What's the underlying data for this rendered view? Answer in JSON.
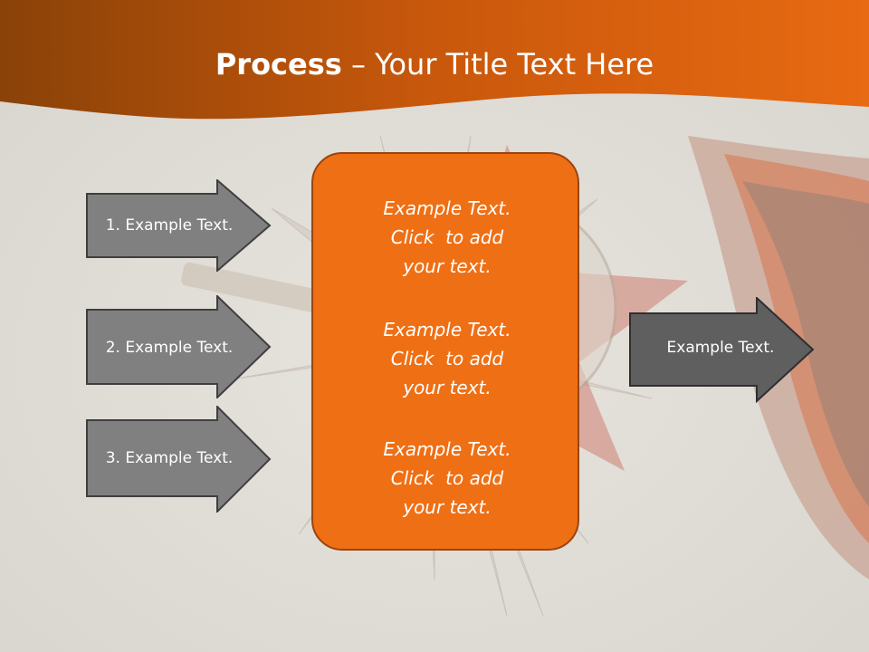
{
  "slide": {
    "title_bold": "Process",
    "title_rest": " – Your Title Text Here"
  },
  "left_arrows": [
    {
      "label": "1. Example Text."
    },
    {
      "label": "2. Example Text."
    },
    {
      "label": "3. Example Text."
    }
  ],
  "center_box": {
    "blocks": [
      {
        "line1": "Example Text.",
        "line2": "Click  to add",
        "line3": "your text."
      },
      {
        "line1": "Example Text.",
        "line2": "Click  to add",
        "line3": "your text."
      },
      {
        "line1": "Example Text.",
        "line2": "Click  to add",
        "line3": "your text."
      }
    ]
  },
  "right_arrow": {
    "label": "Example Text."
  },
  "colors": {
    "header_orange": "#e3650f",
    "box_orange": "#ef6f14",
    "arrow_gray": "#7f7f7f",
    "arrow_dark": "#5f5f5f"
  }
}
